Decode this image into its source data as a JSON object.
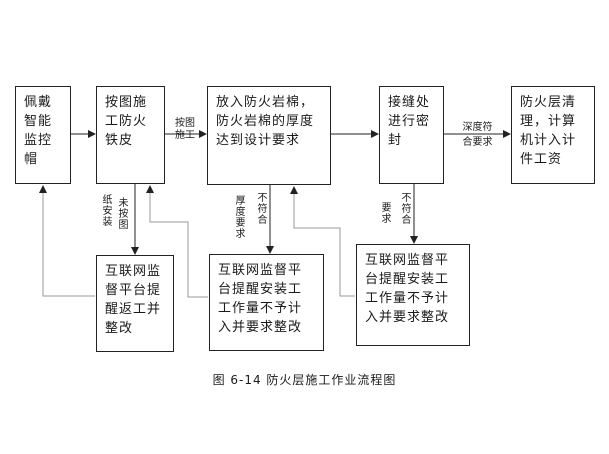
{
  "steps": [
    "佩戴\n智能\n监控\n帽",
    "按图施\n工防火\n铁皮",
    "放入防火岩棉，\n防火岩棉的厚度\n达到设计要求",
    "接缝处\n进行密\n封",
    "防火层清\n理，计算\n机计入计\n件工资"
  ],
  "checks": [
    "互联网监\n督平台提\n醒返工并\n整改",
    "互联网监督平\n台提醒安装工\n工作量不予计\n入并要求整改",
    "互联网监督平\n台提醒安装工\n工作量不予计\n入并要求整改"
  ],
  "edge_labels": {
    "e12": "按图\n施工",
    "e45": "深度符\n合要求",
    "fail1_a": "未按图",
    "fail1_b": "纸安装",
    "fail2_a": "不符合",
    "fail2_b": "厚度要求",
    "fail3_a": "不符合",
    "fail3_b": "要求"
  },
  "caption": "图 6-14    防火层施工作业流程图"
}
